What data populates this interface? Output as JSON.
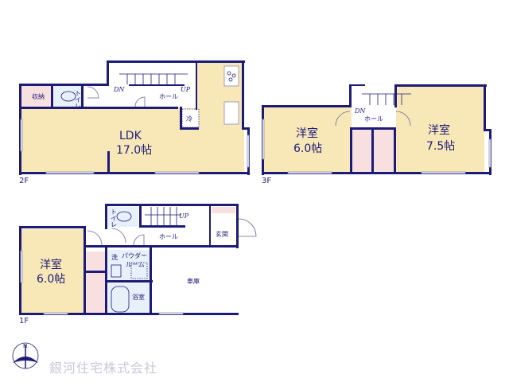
{
  "floors": {
    "f2": {
      "label": "2F",
      "ldk_name": "LDK",
      "ldk_size": "17.0帖",
      "storage": "収納",
      "toilet": "トイレ",
      "hall": "ホール",
      "fridge": "冷",
      "dn": "DN",
      "up": "UP"
    },
    "f3": {
      "label": "3F",
      "room_left_name": "洋室",
      "room_left_size": "6.0帖",
      "room_right_name": "洋室",
      "room_right_size": "7.5帖",
      "hall": "ホール",
      "dn": "DN"
    },
    "f1": {
      "label": "1F",
      "room_name": "洋室",
      "room_size": "6.0帖",
      "toilet": "トイレ",
      "up": "UP",
      "hall": "ホール",
      "entrance": "玄関",
      "washer": "洗",
      "powder_room_1": "パウダー",
      "powder_room_2": "ルーム",
      "bath": "浴室",
      "garage": "車庫"
    }
  },
  "compass": {
    "north": "N"
  },
  "company": "銀河住宅株式会社",
  "colors": {
    "wall": "#1c1c78",
    "room": "#f8e8b8",
    "closet": "#f9e0e0",
    "wet": "#e8f0fa"
  }
}
